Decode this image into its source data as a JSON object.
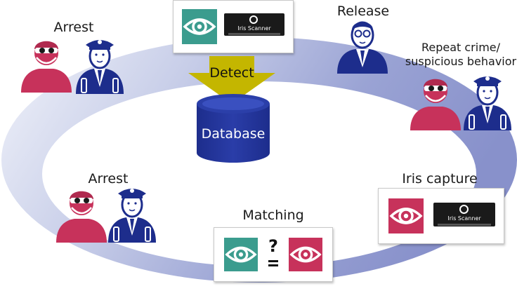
{
  "labels": {
    "arrest_top": "Arrest",
    "release": "Release",
    "repeat_line1": "Repeat crime/",
    "repeat_line2": "suspicious behavior",
    "arrest_mid": "Arrest",
    "iris_capture": "Iris capture",
    "matching": "Matching",
    "detect": "Detect",
    "database": "Database",
    "match_symbol": "?"
  },
  "devices": {
    "scanner_label": "Iris Scanner"
  },
  "colors": {
    "teal": "#3b9c8e",
    "crimson": "#c7325b",
    "navy": "#1d2d8c",
    "ring_light": "#dde2f2",
    "ring_dark": "#8e97cc",
    "arrow": "#c4b600"
  }
}
